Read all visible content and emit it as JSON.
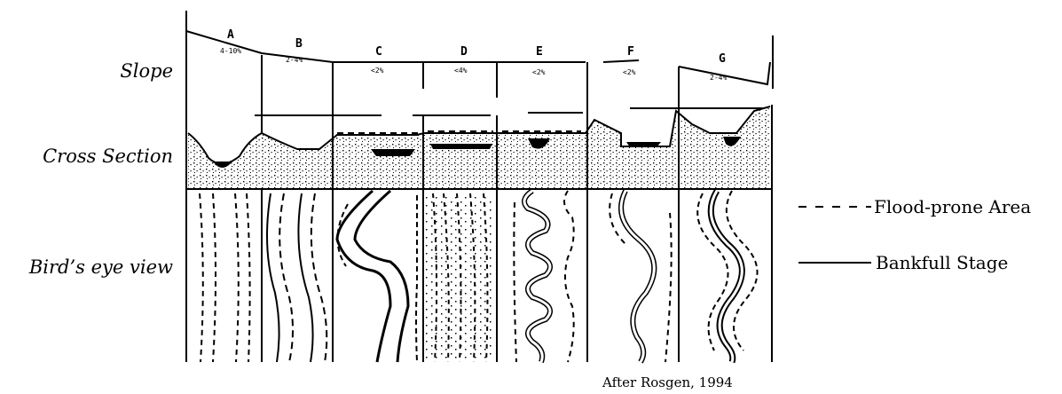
{
  "row_labels": {
    "slope": "Slope",
    "cross_section": "Cross Section",
    "birds_eye": "Bird’s eye view"
  },
  "stream_types": [
    {
      "letter": "A",
      "slope": "4-10%"
    },
    {
      "letter": "B",
      "slope": "2-4%"
    },
    {
      "letter": "C",
      "slope": "<2%"
    },
    {
      "letter": "D",
      "slope": "<4%"
    },
    {
      "letter": "E",
      "slope": "<2%"
    },
    {
      "letter": "F",
      "slope": "<2%"
    },
    {
      "letter": "G",
      "slope": "2-4%"
    }
  ],
  "legend": {
    "flood_prone": "Flood-prone Area",
    "bankfull": "Bankfull Stage"
  },
  "caption": "After Rosgen, 1994",
  "colors": {
    "ink": "#000000",
    "background": "#ffffff"
  }
}
